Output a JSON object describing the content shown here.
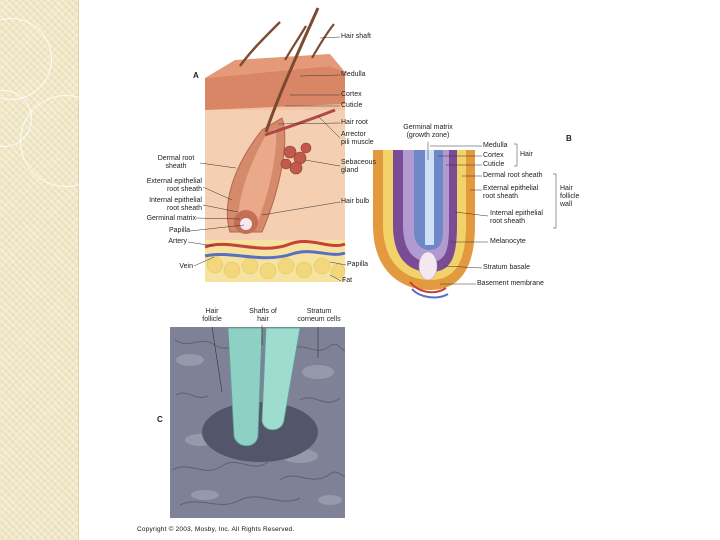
{
  "panels": {
    "a": "A",
    "b": "B",
    "c": "C"
  },
  "panel_a": {
    "right_labels": {
      "hair_shaft": "Hair shaft",
      "medulla": "Medulla",
      "cortex": "Cortex",
      "cuticle": "Cuticle",
      "hair_root": "Hair root",
      "arrector_1": "Arrector",
      "arrector_2": "pili muscle",
      "sebaceous_1": "Sebaceous",
      "sebaceous_2": "gland",
      "hair_bulb": "Hair bulb",
      "papilla": "Papilla",
      "fat": "Fat"
    },
    "left_labels": {
      "dermal_root_1": "Dermal root",
      "dermal_root_2": "sheath",
      "ext_epithelial_1": "External epithelial",
      "ext_epithelial_2": "root sheath",
      "int_epithelial_1": "Internal epithelial",
      "int_epithelial_2": "root sheath",
      "germinal_matrix": "Germinal matrix",
      "papilla": "Papilla",
      "artery": "Artery",
      "vein": "Vein"
    }
  },
  "panel_b": {
    "top_1": "Germinal matrix",
    "top_2": "(growth zone)",
    "medulla": "Medulla",
    "cortex": "Cortex",
    "cuticle": "Cuticle",
    "hair": "Hair",
    "dermal_root_sheath": "Dermal root sheath",
    "ext_epithelial_1": "External epithelial",
    "ext_epithelial_2": "root sheath",
    "follicle_1": "Hair",
    "follicle_2": "follicle",
    "follicle_3": "wall",
    "int_epithelial_1": "Internal epithelial",
    "int_epithelial_2": "root sheath",
    "melanocyte": "Melanocyte",
    "stratum_basale": "Stratum basale",
    "basement_membrane": "Basement membrane"
  },
  "panel_c": {
    "hair_follicle_1": "Hair",
    "hair_follicle_2": "follicle",
    "shafts_1": "Shafts of",
    "shafts_2": "hair",
    "stratum_1": "Stratum",
    "stratum_2": "corneum cells"
  },
  "copyright": "Copyright © 2003, Mosby, Inc. All Rights Reserved.",
  "colors": {
    "skin": "#e8a77d",
    "epidermis": "#d8876a",
    "hair": "#8b5a3a",
    "follicle_outer": "#e7a14a",
    "follicle_purple": "#7a4c96",
    "sem_gray": "#7f8296",
    "sem_hair": "#8fd0c4",
    "side_strip": "#efe6c4"
  }
}
